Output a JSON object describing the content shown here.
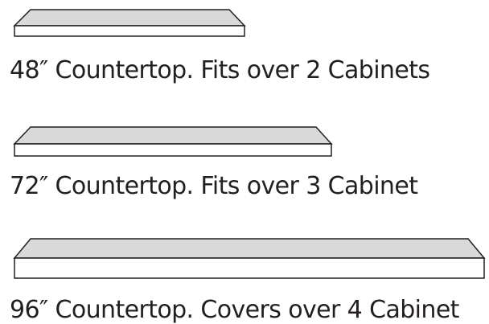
{
  "countertops": [
    {
      "label": "48″ Countertop. Fits over 2 Cabinets"
    },
    {
      "label": "72″ Countertop. Fits over 3 Cabinet"
    },
    {
      "label": "96″ Countertop. Covers over 4 Cabinet"
    }
  ],
  "colors": {
    "outline": "#231f20",
    "top_surface": "#d9d9d9",
    "front_edge": "#ffffff",
    "background": "#ffffff"
  }
}
